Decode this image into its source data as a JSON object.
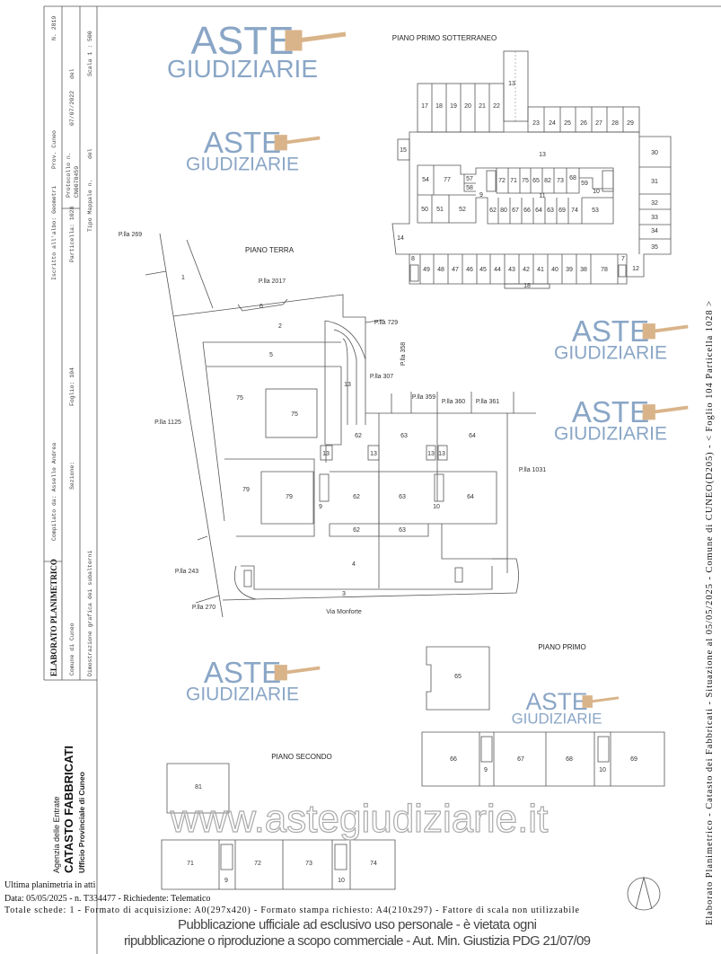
{
  "title_block": {
    "title": "ELABORATO PLANIMETRICO",
    "compilato": "Compilato da: Asselle Andrea",
    "iscritto": "Iscritto all'albo: Geometri",
    "prov": "Prov. Cuneo",
    "numero": "N. 2819",
    "comune": "Comune di Cuneo",
    "sezione": "Sezione:",
    "foglio": "Foglio: 104",
    "particella": "Particella: 1028",
    "protocollo_label": "Protocollo n.",
    "protocollo_value": "CN0078459",
    "protocollo_date": "07/07/2022",
    "del1": "del",
    "dimostrazione": "Dimostrazione grafica dei subalterni",
    "tipo_mappale": "Tipo Mappale n.",
    "del2": "del",
    "scala": "Scala 1 : 500"
  },
  "agency": {
    "line1": "Agenzia delle Entrate",
    "line2": "CATASTO FABBRICATI",
    "line3": "Ufficio Provinciale di Cuneo"
  },
  "side_caption": "Elaborato Planimetrico - Catasto dei Fabbricati - Situazione al 05/05/2025 - Comune di CUNEO(D205) - < Foglio 104 Particella 1028 >",
  "footer": {
    "line1": "Ultima planimetria in atti",
    "line2": "Data: 05/05/2025 - n. T334477 - Richiedente: Telematico",
    "line3": "Totale schede: 1 - Formato di acquisizione: A0(297x420) - Formato stampa richiesto: A4(210x297) - Fattore di scala non utilizzabile"
  },
  "watermark": {
    "logo_top": "ASTE",
    "logo_bottom": "GIUDIZIARIE",
    "url": "www.astegiudiziarie.it",
    "notice1": "Pubblicazione ufficiale ad esclusivo uso personale - è vietata ogni",
    "notice2": "ripubblicazione o riproduzione a scopo commerciale - Aut. Min. Giustizia PDG 21/07/09"
  },
  "floors": {
    "basement": {
      "title": "PIANO PRIMO SOTTERRANEO",
      "labels": [
        "13",
        "17",
        "18",
        "19",
        "20",
        "21",
        "22",
        "23",
        "24",
        "25",
        "26",
        "27",
        "28",
        "29",
        "15",
        "13",
        "30",
        "31",
        "32",
        "33",
        "34",
        "35",
        "54",
        "77",
        "57",
        "58",
        "9",
        "72",
        "71",
        "75",
        "65",
        "82",
        "73",
        "68",
        "59",
        "10",
        "11",
        "50",
        "51",
        "52",
        "62",
        "80",
        "67",
        "66",
        "64",
        "63",
        "69",
        "74",
        "53",
        "14",
        "8",
        "49",
        "48",
        "47",
        "46",
        "45",
        "44",
        "43",
        "42",
        "41",
        "40",
        "39",
        "38",
        "78",
        "7",
        "12",
        "18"
      ]
    },
    "ground": {
      "title": "PIANO TERRA",
      "labels": [
        "1",
        "6",
        "2",
        "5",
        "75",
        "75",
        "13",
        "62",
        "63",
        "64",
        "13",
        "13",
        "13",
        "13",
        "79",
        "79",
        "62",
        "63",
        "64",
        "9",
        "10",
        "62",
        "63",
        "4",
        "3"
      ],
      "parcels": [
        "P.lla 269",
        "P.lla 2017",
        "P.lla 729",
        "P.lla 307",
        "P.lla 358",
        "P.lla 359",
        "P.lla 360",
        "P.lla 361",
        "P.lla 1125",
        "P.lla 1031",
        "P.lla 243",
        "P.lla 270"
      ],
      "street": "Via Monforte"
    },
    "first": {
      "title": "PIANO PRIMO",
      "labels": [
        "65",
        "66",
        "9",
        "67",
        "68",
        "10",
        "69"
      ]
    },
    "second": {
      "title": "PIANO SECONDO",
      "labels": [
        "81",
        "71",
        "9",
        "72",
        "73",
        "10",
        "74"
      ]
    }
  }
}
